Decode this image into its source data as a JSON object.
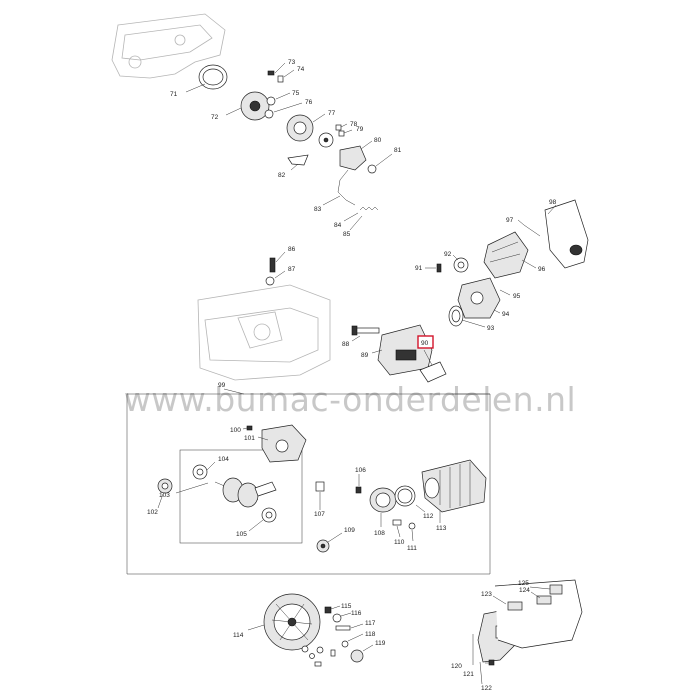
{
  "watermark": "www.bumac-onderdelen.nl",
  "highlight_color": "#d2142a",
  "highlighted_part": "90",
  "part_labels": [
    "71",
    "72",
    "73",
    "74",
    "75",
    "76",
    "77",
    "78",
    "79",
    "80",
    "81",
    "82",
    "83",
    "84",
    "85",
    "86",
    "87",
    "88",
    "89",
    "90",
    "91",
    "92",
    "93",
    "94",
    "95",
    "96",
    "97",
    "98",
    "99",
    "100",
    "101",
    "102",
    "103",
    "104",
    "105",
    "106",
    "107",
    "108",
    "109",
    "110",
    "111",
    "112",
    "113",
    "114",
    "115",
    "116",
    "117",
    "118",
    "119",
    "120",
    "121",
    "122",
    "123",
    "124",
    "125"
  ]
}
